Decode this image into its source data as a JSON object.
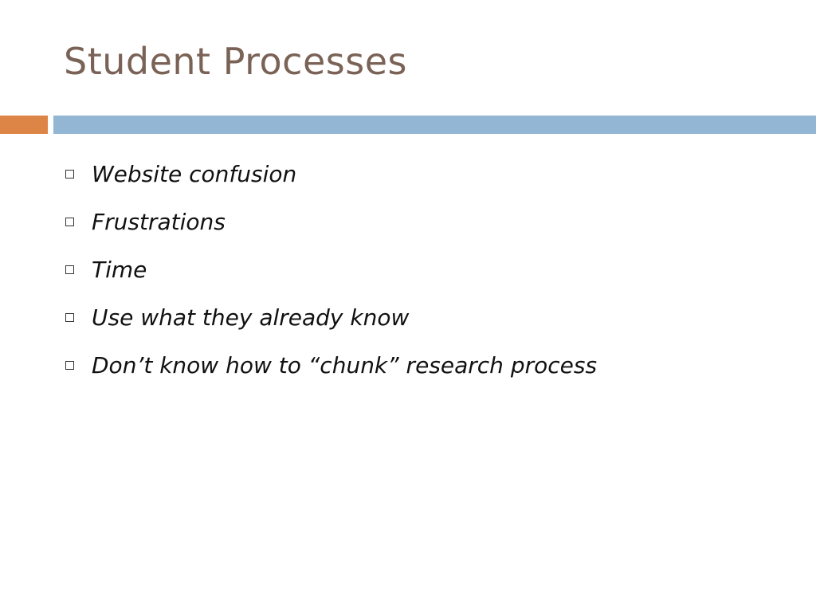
{
  "slide": {
    "title": "Student Processes",
    "accent_colors": {
      "title": "#7a6356",
      "orange_bar": "#dd8447",
      "blue_bar": "#93b6d4"
    },
    "bullet_icon": "hollow-square-bullet-icon",
    "bullets": [
      "Website confusion",
      "Frustrations",
      "Time",
      "Use what they already know",
      "Don’t know how to “chunk” research process"
    ]
  }
}
